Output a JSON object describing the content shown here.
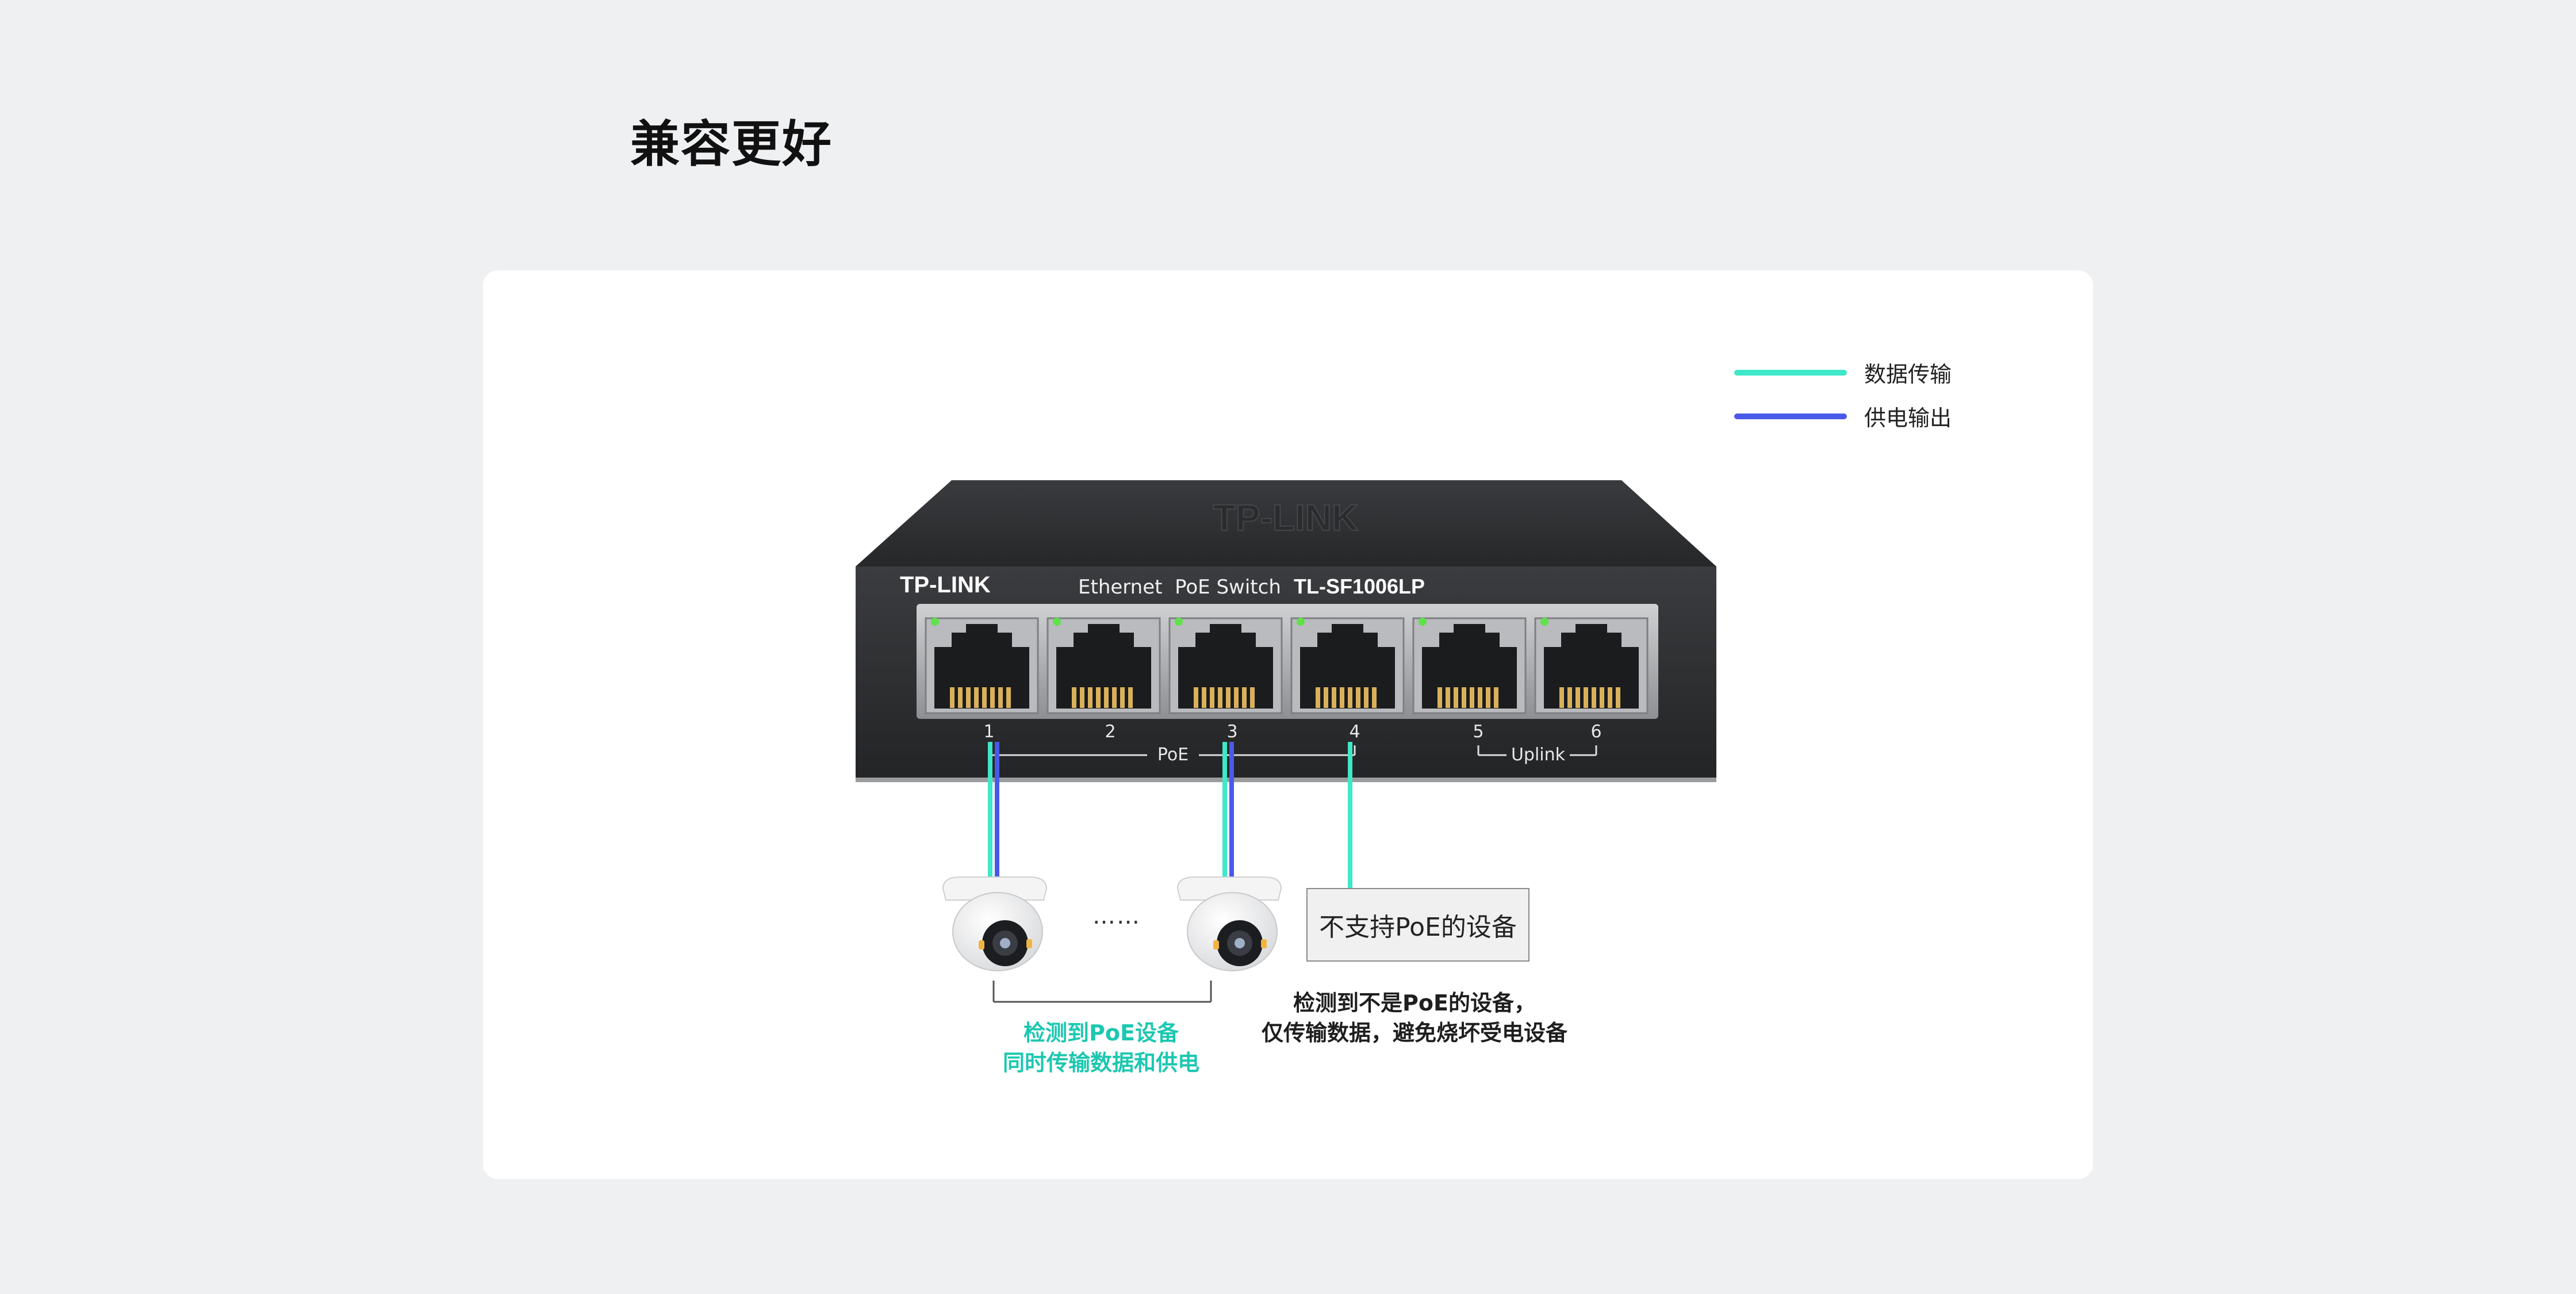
{
  "title": "兼容更好",
  "legend": [
    {
      "label": "数据传输",
      "color": "#3ee8c8"
    },
    {
      "label": "供电输出",
      "color": "#4a5ae8"
    }
  ],
  "switch": {
    "brand": "TP-LINK",
    "product": "Ethernet  PoE Switch",
    "model": "TL-SF1006LP",
    "ports": [
      "1",
      "2",
      "3",
      "4",
      "5",
      "6"
    ],
    "poe_group_label": "PoE",
    "uplink_group_label": "Uplink"
  },
  "ellipsis": "……",
  "non_poe_device_label": "不支持PoE的设备",
  "poe_caption": {
    "line1": "检测到PoE设备",
    "line2": "同时传输数据和供电"
  },
  "non_poe_caption": {
    "line1": "检测到不是PoE的设备，",
    "line2": "仅传输数据，避免烧坏受电设备"
  },
  "colors": {
    "data": "#3ee8c8",
    "power": "#4a5ae8",
    "switch_body": "#2f3033",
    "card": "#ffffff",
    "background": "#eff0f2"
  }
}
